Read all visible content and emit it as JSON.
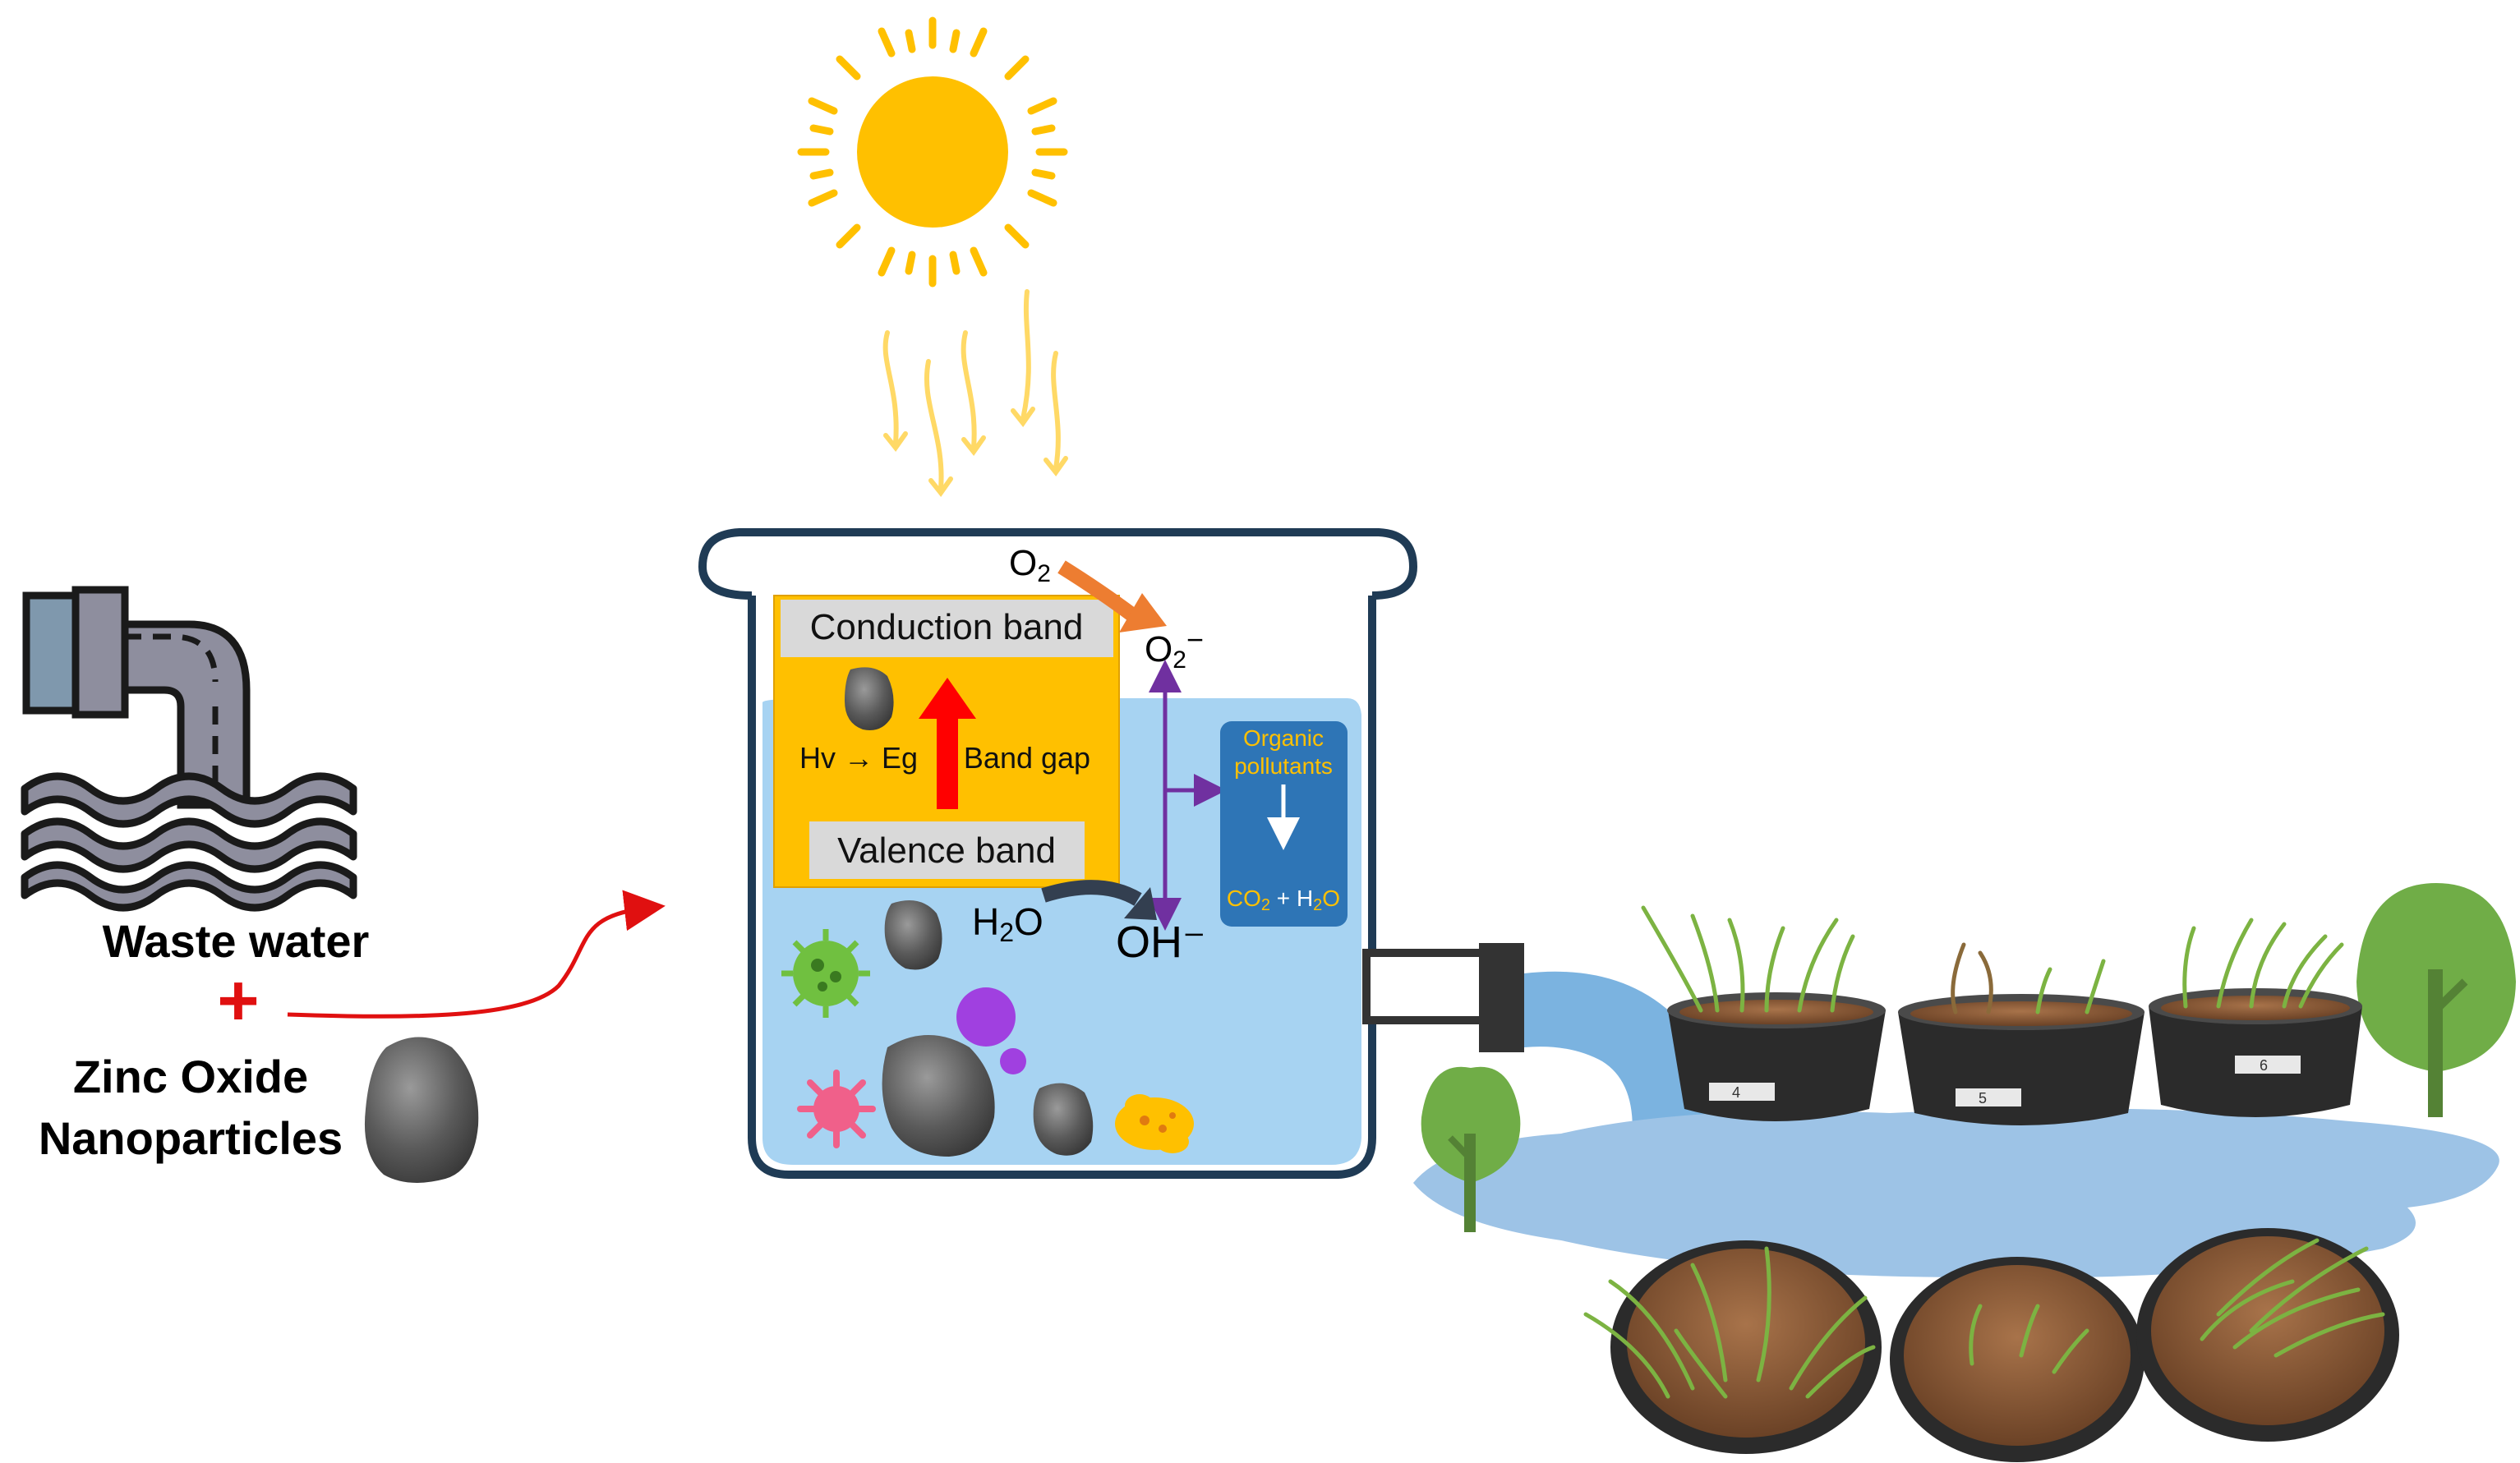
{
  "labels": {
    "waste_water": "Waste water",
    "plus": "+",
    "zno_line1": "Zinc Oxide",
    "zno_line2": "Nanoparticles",
    "conduction_band": "Conduction band",
    "valence_band": "Valence band",
    "hv_eg": "Hv → Eg",
    "band_gap": "Band gap",
    "o2": "O",
    "o2_sub": "2",
    "o2_radical": "O",
    "o2_radical_sub": "2",
    "o2_radical_sup": "−",
    "h2o_h": "H",
    "h2o_sub": "2",
    "h2o_o": "O",
    "oh_radical": "OH⁻",
    "organic_line1": "Organic",
    "organic_line2": "pollutants",
    "co2_c": "CO",
    "co2_sub": "2",
    "co2_plus": " + H",
    "co2_h2o_sub": "2",
    "co2_o": "O",
    "pot_4": "4",
    "pot_5": "5",
    "pot_6": "6"
  },
  "colors": {
    "sun": "#ffc000",
    "rays": "#ffd966",
    "beaker_outline": "#1f3b55",
    "water": "#a7d3f2",
    "band_box": "#ffc000",
    "band_label_bg": "#d9d9d9",
    "red_arrow": "#ff0000",
    "purple_line": "#7030a0",
    "organic_box": "#2e75b6",
    "organic_text": "#ffc000",
    "orange_arrow": "#ed7d31",
    "dark_arrow": "#333f50",
    "pond": "#9dc3e6",
    "tree": "#70ad47",
    "soil": "#8b5a35"
  },
  "icons": [
    "sun-icon",
    "pipe-icon",
    "wave-icon",
    "nanoparticle-icon",
    "microbe-icon",
    "tree-icon",
    "plant-pot-icon"
  ]
}
